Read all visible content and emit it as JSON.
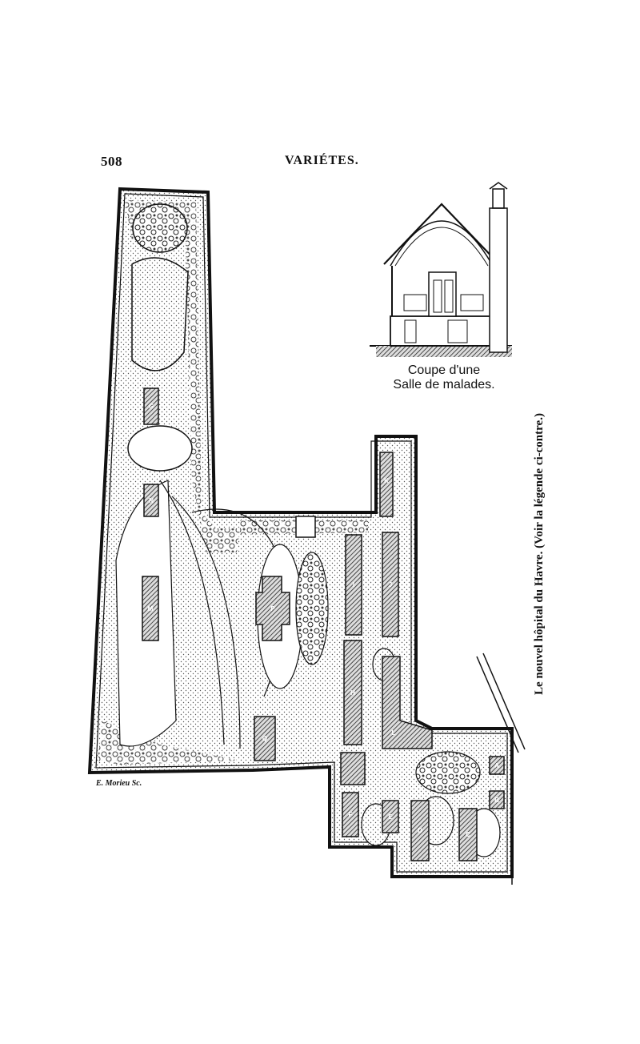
{
  "header": {
    "page_number": "508",
    "running_title": "VARIÉTES."
  },
  "inset": {
    "caption_line1": "Coupe d'une",
    "caption_line2": "Salle de malades."
  },
  "plan": {
    "engraver_signature": "E. Morieu Sc.",
    "building_labels": [
      "G",
      "N",
      "M",
      "P",
      "Q",
      "J",
      "I",
      "H",
      "K",
      "L",
      "A",
      "B",
      "C",
      "D",
      "E",
      "F"
    ]
  },
  "caption": "Le nouvel hôpital du Havre. (Voir la légende ci-contre.)"
}
